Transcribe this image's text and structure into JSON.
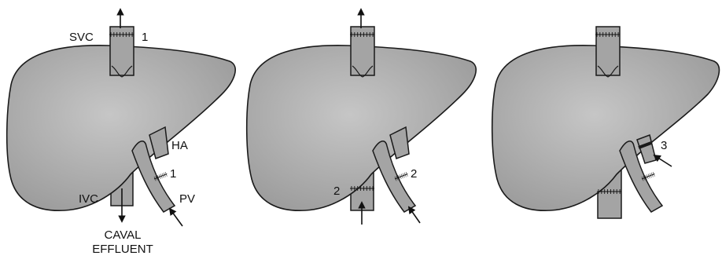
{
  "labels": {
    "svc": "SVC",
    "ha": "HA",
    "ivc": "IVC",
    "pv": "PV",
    "caval_line1": "CAVAL",
    "caval_line2": "EFFLUENT"
  },
  "panel1": {
    "svc_step": "1",
    "pv_step": "1"
  },
  "panel2": {
    "ivc_step": "2",
    "pv_step": "2"
  },
  "panel3": {
    "ha_step": "3"
  },
  "colors": {
    "liver_fill": "#a9a9a9",
    "liver_highlight": "#c4c4c4",
    "vessel_fill": "#a4a4a4",
    "outline": "#1a1a1a"
  }
}
